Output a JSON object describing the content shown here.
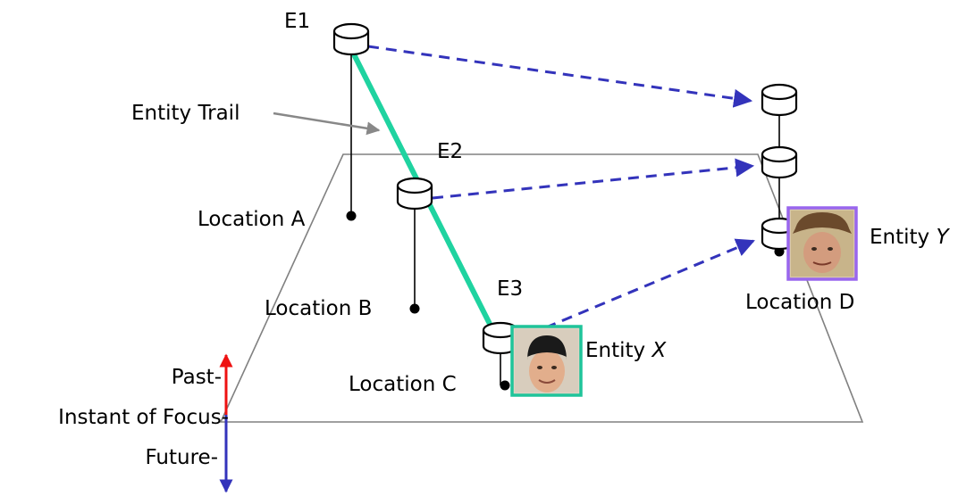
{
  "labels": {
    "e1": "E1",
    "e2": "E2",
    "e3": "E3",
    "entity_trail": "Entity Trail",
    "location_a": "Location A",
    "location_b": "Location B",
    "location_c": "Location C",
    "location_d": "Location D",
    "entity_x_prefix": "Entity ",
    "entity_x_var": "X",
    "entity_y_prefix": "Entity ",
    "entity_y_var": "Y",
    "past": "Past-",
    "instant_of_focus": "Instant of Focus-",
    "future": "Future-"
  },
  "icons": {
    "event": "database-cylinder-icon",
    "entity_x_photo": "person-photo-icon",
    "entity_y_photo": "person-photo-icon"
  },
  "colors": {
    "trail": "#1fd3a0",
    "dashed_arrow": "#3333bb",
    "plane": "#808080",
    "entity_x_frame": "#1fc49a",
    "entity_y_frame": "#9966ee",
    "past_arrow": "#ee1111",
    "future_arrow": "#3333bb",
    "pointer_arrow": "#888888"
  }
}
